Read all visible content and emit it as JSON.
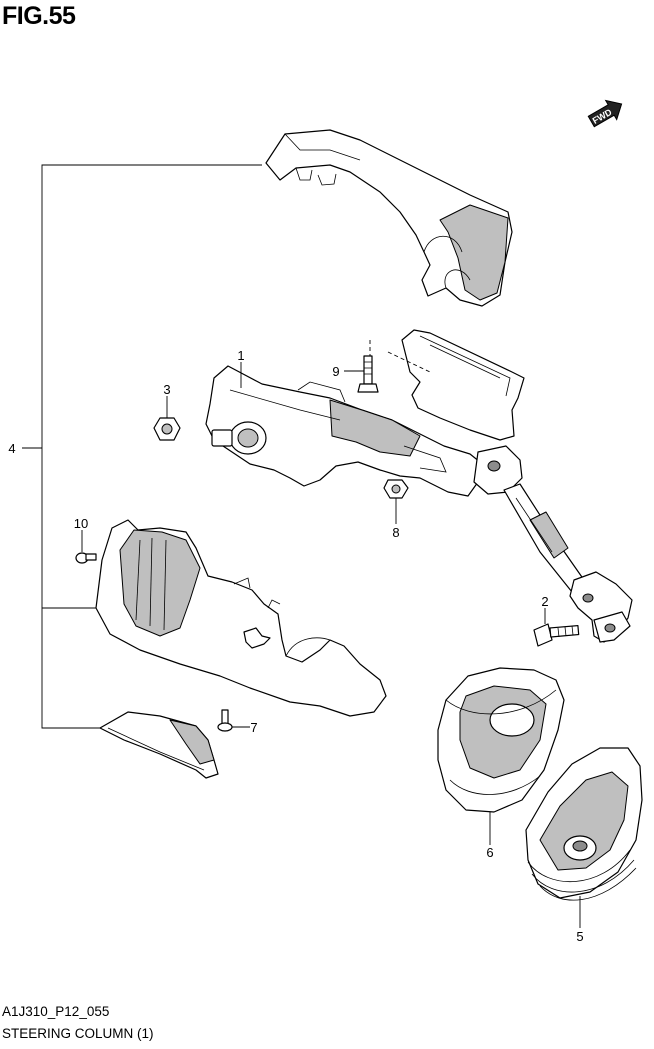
{
  "figure": {
    "title": "FIG.55",
    "code": "A1J310_P12_055",
    "name": "STEERING COLUMN (1)"
  },
  "direction_badge": "FWD",
  "callouts": [
    "1",
    "2",
    "3",
    "4",
    "5",
    "6",
    "7",
    "8",
    "9",
    "10"
  ]
}
